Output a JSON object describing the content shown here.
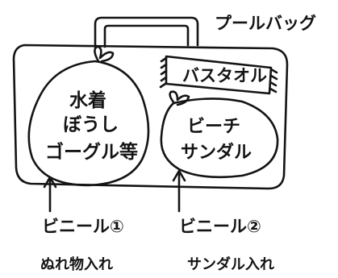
{
  "title": "プールバッグ",
  "towel_label": "バスタオル",
  "bag1": {
    "lines": [
      "水着",
      "ぼうし",
      "ゴーグル等"
    ],
    "label": "ビニール①",
    "sublabel": "ぬれ物入れ"
  },
  "bag2": {
    "lines": [
      "ビーチ",
      "サンダル"
    ],
    "label": "ビニール②",
    "sublabel": "サンダル入れ"
  },
  "colors": {
    "ink": "#141414",
    "paper": "#ffffff"
  }
}
